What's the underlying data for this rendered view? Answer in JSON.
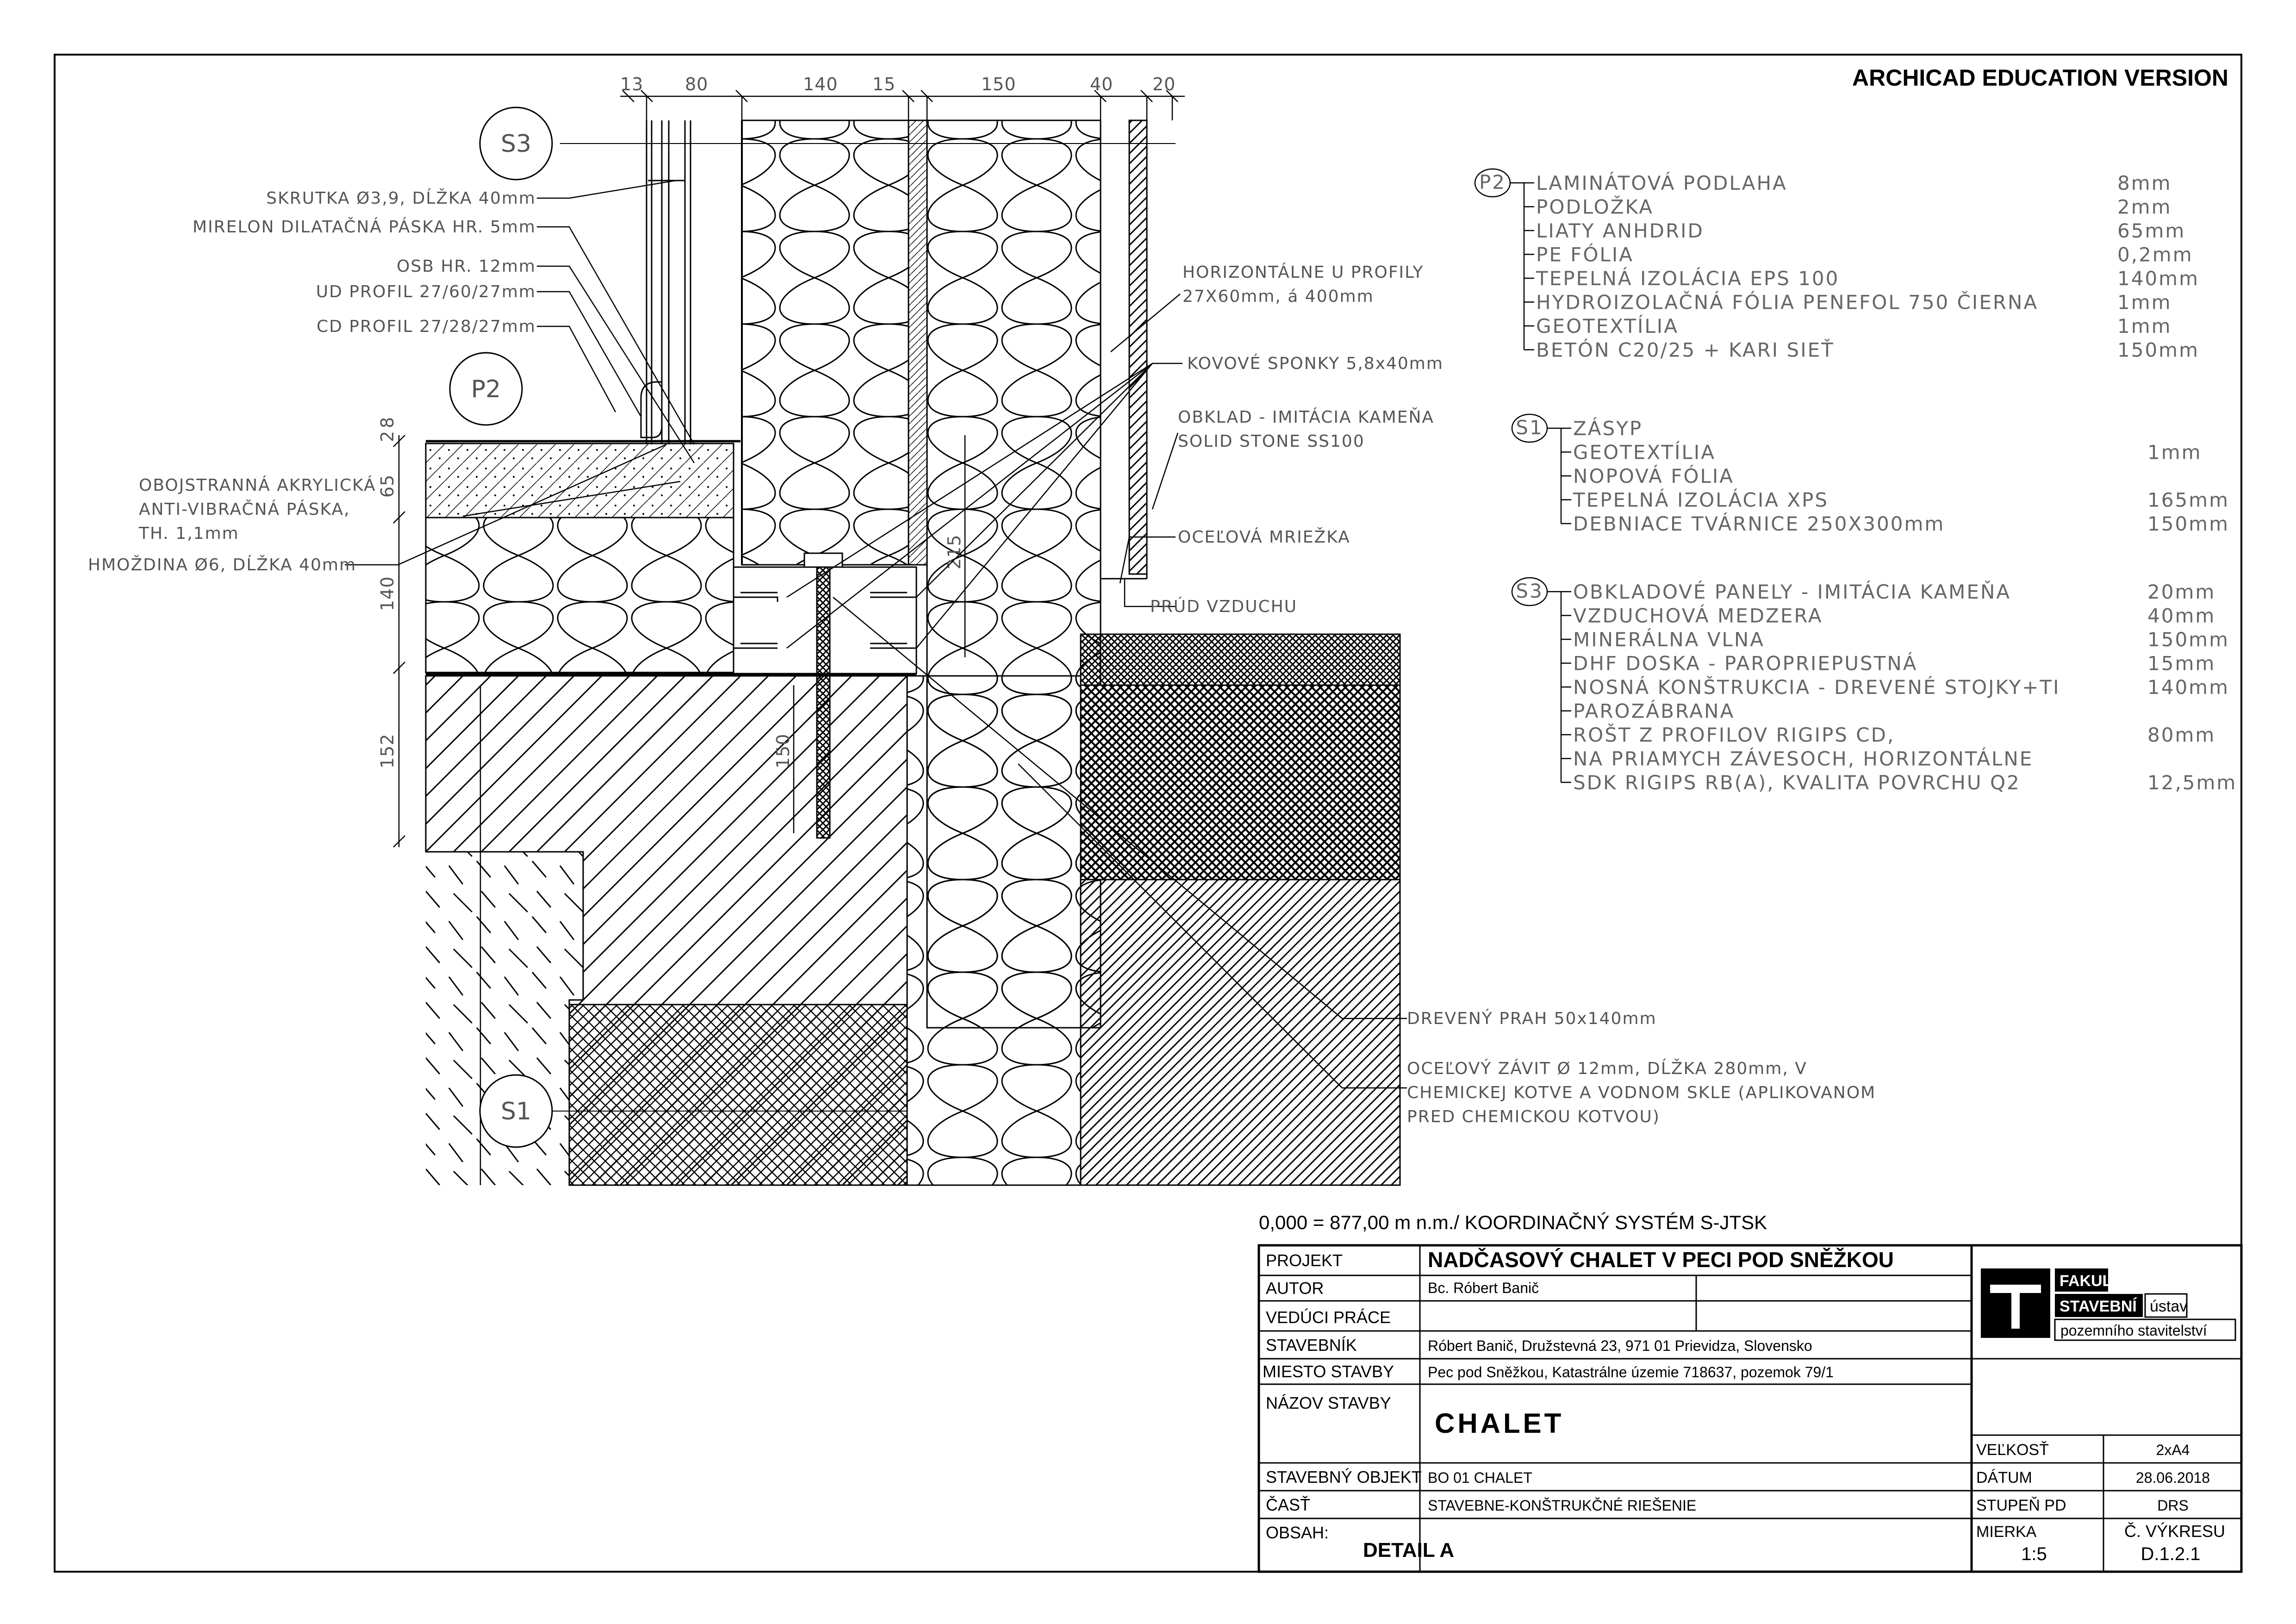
{
  "watermark": "ARCHICAD EDUCATION VERSION",
  "section_markers": {
    "s3": "S3",
    "p2": "P2",
    "s1": "S1"
  },
  "top_dimensions": [
    "13",
    "80",
    "140",
    "15",
    "150",
    "40",
    "20"
  ],
  "left_dimensions": [
    "2",
    "8",
    "65",
    "140",
    "152"
  ],
  "inner_dimensions": [
    "150",
    "215"
  ],
  "callouts_left": [
    "SKRUTKA Ø3,9, DĹŽKA 40mm",
    "MIRELON DILATAČNÁ PÁSKA HR. 5mm",
    "OSB HR. 12mm",
    "UD PROFIL 27/60/27mm",
    "CD PROFIL 27/28/27mm",
    "OBOJSTRANNÁ AKRYLICKÁ",
    "ANTI-VIBRAČNÁ PÁSKA,",
    "TH. 1,1mm",
    "HMOŽDINA Ø6, DĹŽKA 40mm"
  ],
  "callouts_right": [
    "HORIZONTÁLNE U PROFILY",
    "27X60mm, á 400mm",
    "KOVOVÉ SPONKY  5,8x40mm",
    "OBKLAD - IMITÁCIA KAMEŇA",
    "SOLID STONE SS100",
    "OCEĽOVÁ MRIEŽKA",
    "PRÚD VZDUCHU",
    "DREVENÝ PRAH  50x140mm",
    "OCEĽOVÝ ZÁVIT Ø 12mm, DĹŽKA 280mm, V",
    "CHEMICKEJ KOTVE A VODNOM SKLE (APLIKOVANOM",
    "PRED CHEMICKOU KOTVOU)"
  ],
  "layers": {
    "p2": {
      "tag": "P2",
      "items": [
        {
          "name": "LAMINÁTOVÁ PODLAHA",
          "value": "8mm"
        },
        {
          "name": "PODLOŽKA",
          "value": "2mm"
        },
        {
          "name": "LIATY ANHDRID",
          "value": "65mm"
        },
        {
          "name": "PE FÓLIA",
          "value": "0,2mm"
        },
        {
          "name": "TEPELNÁ IZOLÁCIA EPS 100",
          "value": "140mm"
        },
        {
          "name": "HYDROIZOLAČNÁ FÓLIA PENEFOL 750 ČIERNA",
          "value": "1mm"
        },
        {
          "name": "GEOTEXTÍLIA",
          "value": "1mm"
        },
        {
          "name": "BETÓN C20/25 + KARI SIEŤ",
          "value": "150mm"
        }
      ]
    },
    "s1": {
      "tag": "S1",
      "items": [
        {
          "name": "ZÁSYP",
          "value": ""
        },
        {
          "name": "GEOTEXTÍLIA",
          "value": "1mm"
        },
        {
          "name": "NOPOVÁ FÓLIA",
          "value": ""
        },
        {
          "name": "TEPELNÁ IZOLÁCIA XPS",
          "value": "165mm"
        },
        {
          "name": "DEBNIACE TVÁRNICE 250X300mm",
          "value": "150mm"
        }
      ]
    },
    "s3": {
      "tag": "S3",
      "items": [
        {
          "name": "OBKLADOVÉ PANELY - IMITÁCIA KAMEŇA",
          "value": "20mm"
        },
        {
          "name": "VZDUCHOVÁ MEDZERA",
          "value": "40mm"
        },
        {
          "name": "MINERÁLNA VLNA",
          "value": "150mm"
        },
        {
          "name": "DHF DOSKA - PAROPRIEPUSTNÁ",
          "value": "15mm"
        },
        {
          "name": "NOSNÁ KONŠTRUKCIA - DREVENÉ STOJKY+TI",
          "value": "140mm"
        },
        {
          "name": "PAROZÁBRANA",
          "value": ""
        },
        {
          "name": "ROŠT Z PROFILOV RIGIPS CD,",
          "value": "80mm"
        },
        {
          "name": "NA PRIAMYCH ZÁVESOCH, HORIZONTÁLNE",
          "value": ""
        },
        {
          "name": "SDK RIGIPS RB(A), KVALITA POVRCHU Q2",
          "value": "12,5mm"
        }
      ]
    }
  },
  "coordinate_note": "0,000 = 877,00 m n.m./ KOORDINAČNÝ SYSTÉM S-JTSK",
  "title_block": {
    "projekt_label": "PROJEKT",
    "projekt_value": "NADČASOVÝ CHALET V PECI POD SNĚŽKOU",
    "autor_label": "AUTOR",
    "autor_value": "Bc. Róbert Banič",
    "veduci_label": "VEDÚCI PRÁCE",
    "stavebnik_label": "STAVEBNÍK",
    "stavebnik_value": "Róbert Banič, Družstevná 23, 971 01 Prievidza, Slovensko",
    "miesto_label": "MIESTO STAVBY",
    "miesto_value": "Pec pod Sněžkou, Katastrálne územie 718637, pozemok 79/1",
    "nazov_label": "NÁZOV STAVBY",
    "nazov_value": "CHALET",
    "objekt_label": "STAVEBNÝ OBJEKT",
    "objekt_value": "BO 01 CHALET",
    "cast_label": "ČASŤ",
    "cast_value": "STAVEBNE-KONŠTRUKČNÉ RIEŠENIE",
    "obsah_label": "OBSAH:",
    "obsah_value": "DETAIL A",
    "logo_line1": "FAKULTA",
    "logo_line2": "STAVEBNÍ",
    "logo_line2b": "ústav",
    "logo_line3": "pozemního stavitelství",
    "velkost_label": "VEĽKOSŤ",
    "velkost_value": "2xA4",
    "datum_label": "DÁTUM",
    "datum_value": "28.06.2018",
    "stupen_label": "STUPEŇ PD",
    "stupen_value": "DRS",
    "mierka_label": "MIERKA",
    "mierka_value": "1:5",
    "vykres_label": "Č. VÝKRESU",
    "vykres_value": "D.1.2.1"
  },
  "colors": {
    "line": "#000000",
    "label": "#555555",
    "background": "#ffffff"
  }
}
